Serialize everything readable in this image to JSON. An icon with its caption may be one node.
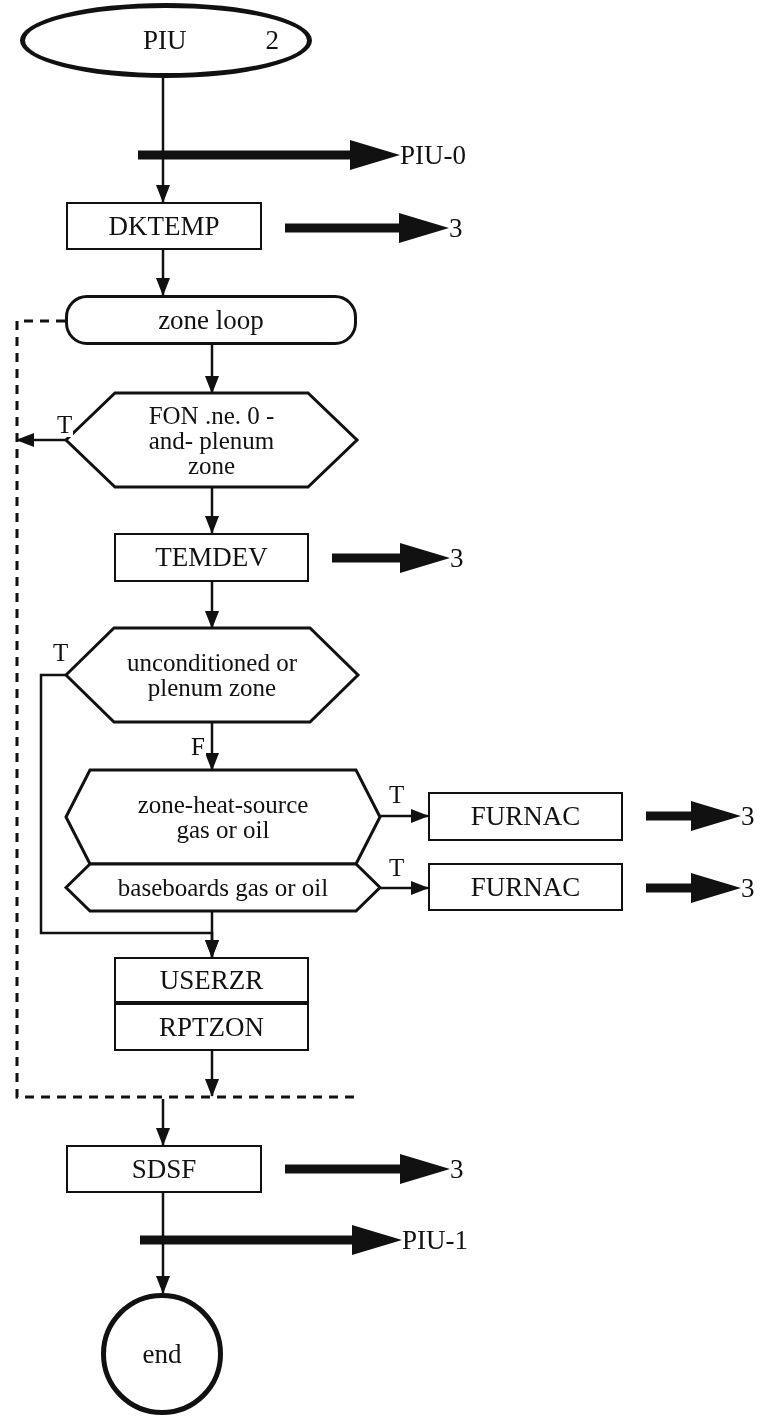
{
  "diagram": {
    "nodes": [
      {
        "text": [
          "PIU",
          "2"
        ]
      },
      {
        "text": [
          "PIU-0"
        ]
      },
      {
        "text": [
          "DKTEMP"
        ]
      },
      {
        "text": [
          "3"
        ]
      },
      {
        "text": [
          "zone loop"
        ]
      },
      {
        "text": [
          "FON .ne. 0 -and- plenum zone"
        ]
      },
      {
        "text": [
          "TEMDEV"
        ]
      },
      {
        "text": [
          "3"
        ]
      },
      {
        "text": [
          "unconditioned or plenum zone"
        ]
      },
      {
        "text": [
          "zone-heat-source gas or oil"
        ]
      },
      {
        "text": [
          "baseboards gas or oil"
        ]
      },
      {
        "text": [
          "FURNAC"
        ]
      },
      {
        "text": [
          "3"
        ]
      },
      {
        "text": [
          "FURNAC"
        ]
      },
      {
        "text": [
          "3"
        ]
      },
      {
        "text": [
          "USERZR"
        ]
      },
      {
        "text": [
          "RPTZON"
        ]
      },
      {
        "text": [
          "SDSF"
        ]
      },
      {
        "text": [
          "3"
        ]
      },
      {
        "text": [
          "PIU-1"
        ]
      },
      {
        "text": [
          "end"
        ]
      }
    ],
    "edges": [
      {
        "from": 0,
        "to": 2,
        "arrow": "to"
      },
      {
        "from": null,
        "to": 1,
        "arrow": "to",
        "style": "thick"
      },
      {
        "from": 2,
        "to": 3,
        "arrow": "to",
        "style": "thick"
      },
      {
        "from": 2,
        "to": 4,
        "arrow": "to"
      },
      {
        "from": 4,
        "to": 5,
        "arrow": "to"
      },
      {
        "from": 5,
        "to": null,
        "arrow": "to",
        "label": "T"
      },
      {
        "from": 5,
        "to": 6,
        "arrow": "to"
      },
      {
        "from": 6,
        "to": 7,
        "arrow": "to",
        "style": "thick"
      },
      {
        "from": 6,
        "to": 8,
        "arrow": "to"
      },
      {
        "from": 8,
        "to": 15,
        "arrow": "to",
        "label": "T"
      },
      {
        "from": 8,
        "to": 9,
        "arrow": "to",
        "label": "F"
      },
      {
        "from": 9,
        "to": 11,
        "arrow": "to",
        "label": "T"
      },
      {
        "from": 11,
        "to": 12,
        "arrow": "to",
        "style": "thick"
      },
      {
        "from": 10,
        "to": 13,
        "arrow": "to",
        "label": "T"
      },
      {
        "from": 13,
        "to": 14,
        "arrow": "to",
        "style": "thick"
      },
      {
        "from": 10,
        "to": 15,
        "arrow": "to"
      },
      {
        "from": 16,
        "to": null,
        "arrow": "to"
      },
      {
        "from": null,
        "to": 17,
        "arrow": "to"
      },
      {
        "from": 17,
        "to": 18,
        "arrow": "to",
        "style": "thick"
      },
      {
        "from": null,
        "to": 19,
        "arrow": "to",
        "style": "thick"
      },
      {
        "from": 17,
        "to": 20,
        "arrow": "to"
      }
    ]
  }
}
